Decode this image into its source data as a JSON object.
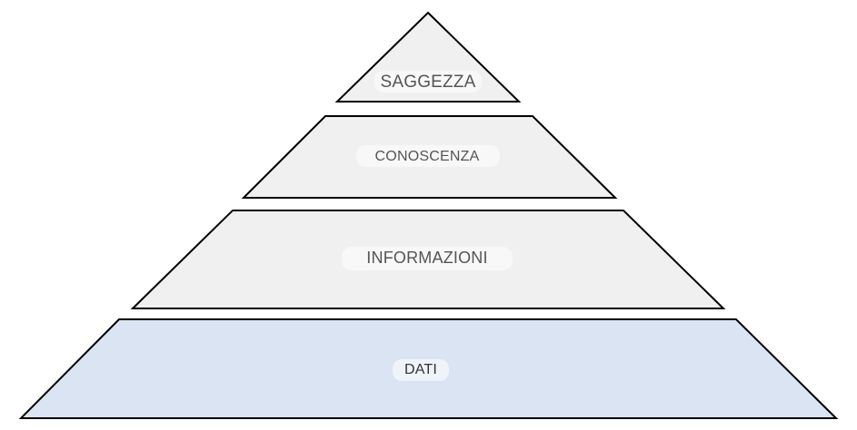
{
  "diagram": {
    "tiers": [
      {
        "id": "saggezza",
        "label": "SAGGEZZA",
        "fill": "#f0f0f0",
        "text_color": "#555555"
      },
      {
        "id": "conoscenza",
        "label": "CONOSCENZA",
        "fill": "#f0f0f0",
        "text_color": "#555555"
      },
      {
        "id": "informazioni",
        "label": "INFORMAZIONI",
        "fill": "#f0f0f0",
        "text_color": "#555555"
      },
      {
        "id": "dati",
        "label": "DATI",
        "fill": "#dbe4f3",
        "text_color": "#333333"
      }
    ]
  }
}
